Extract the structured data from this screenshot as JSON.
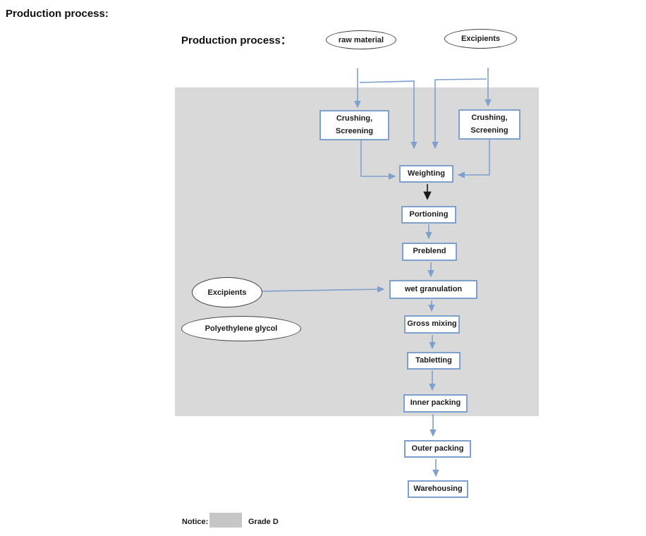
{
  "titles": {
    "outer": "Production process:",
    "inner": "Production process："
  },
  "colors": {
    "line_blue": "#7da0cc",
    "arrow_black": "#1a1a1a",
    "region_gray": "#d9d9d9",
    "swatch_gray": "#c6c6c6",
    "ellipse_border": "#3f3f3f",
    "text_dark": "#1a1a1a"
  },
  "diagram": {
    "ellipses": [
      {
        "id": "raw-material",
        "label": "raw material"
      },
      {
        "id": "excipients-top",
        "label": "Excipients"
      },
      {
        "id": "excipients-left",
        "label": "Excipients"
      },
      {
        "id": "polyethylene-glycol",
        "label": "Polyethylene glycol"
      }
    ],
    "boxes": [
      {
        "id": "crushing-left",
        "lines": [
          "Crushing,",
          "Screening"
        ]
      },
      {
        "id": "crushing-right",
        "lines": [
          "Crushing,",
          "Screening"
        ]
      },
      {
        "id": "weighting",
        "label": "Weighting"
      },
      {
        "id": "portioning",
        "label": "Portioning"
      },
      {
        "id": "preblend",
        "label": "Preblend"
      },
      {
        "id": "wet-granulation",
        "label": "wet granulation"
      },
      {
        "id": "gross-mixing",
        "label": "Gross mixing"
      },
      {
        "id": "tabletting",
        "label": "Tabletting"
      },
      {
        "id": "inner-packing",
        "label": "Inner packing"
      },
      {
        "id": "outer-packing",
        "label": "Outer packing"
      },
      {
        "id": "warehousing",
        "label": "Warehousing"
      }
    ],
    "edges": [
      {
        "from": "raw-material",
        "to": "crushing-left",
        "color": "blue"
      },
      {
        "from": "raw-material",
        "to": "weighting",
        "color": "blue"
      },
      {
        "from": "excipients-top",
        "to": "crushing-right",
        "color": "blue"
      },
      {
        "from": "excipients-top",
        "to": "weighting",
        "color": "blue"
      },
      {
        "from": "crushing-left",
        "to": "weighting",
        "color": "blue"
      },
      {
        "from": "crushing-right",
        "to": "weighting",
        "color": "blue"
      },
      {
        "from": "weighting",
        "to": "portioning",
        "color": "black"
      },
      {
        "from": "portioning",
        "to": "preblend",
        "color": "blue"
      },
      {
        "from": "preblend",
        "to": "wet-granulation",
        "color": "blue"
      },
      {
        "from": "excipients-left",
        "to": "wet-granulation",
        "color": "blue"
      },
      {
        "from": "wet-granulation",
        "to": "gross-mixing",
        "color": "blue"
      },
      {
        "from": "gross-mixing",
        "to": "tabletting",
        "color": "blue"
      },
      {
        "from": "tabletting",
        "to": "inner-packing",
        "color": "blue"
      },
      {
        "from": "inner-packing",
        "to": "outer-packing",
        "color": "blue"
      },
      {
        "from": "outer-packing",
        "to": "warehousing",
        "color": "blue"
      }
    ],
    "legend": {
      "notice": "Notice:",
      "grade": "Grade D"
    }
  }
}
